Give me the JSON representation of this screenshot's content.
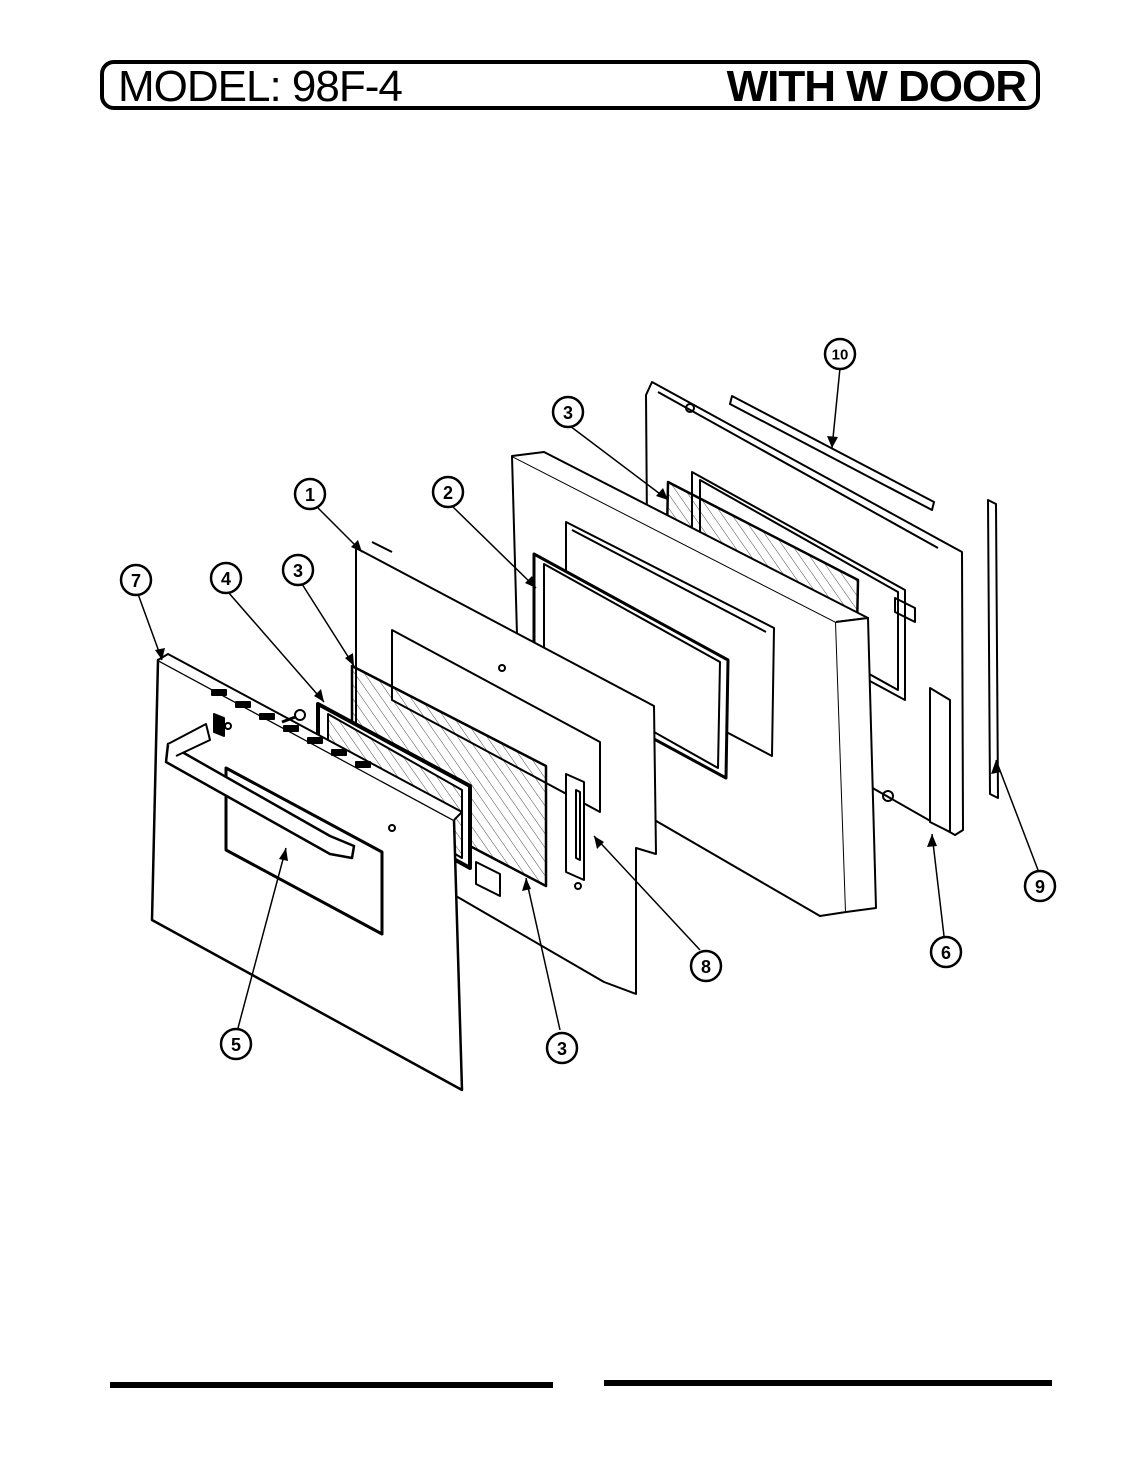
{
  "header": {
    "model_label": "MODEL: 98F-4",
    "title": "WITH W DOOR"
  },
  "callouts": [
    {
      "id": "c10",
      "label": "10"
    },
    {
      "id": "c3a",
      "label": "3"
    },
    {
      "id": "c1",
      "label": "1"
    },
    {
      "id": "c2",
      "label": "2"
    },
    {
      "id": "c7",
      "label": "7"
    },
    {
      "id": "c4",
      "label": "4"
    },
    {
      "id": "c3b",
      "label": "3"
    },
    {
      "id": "c9",
      "label": "9"
    },
    {
      "id": "c6",
      "label": "6"
    },
    {
      "id": "c8",
      "label": "8"
    },
    {
      "id": "c5",
      "label": "5"
    },
    {
      "id": "c3c",
      "label": "3"
    }
  ],
  "colors": {
    "ink": "#000000",
    "paper": "#ffffff"
  }
}
